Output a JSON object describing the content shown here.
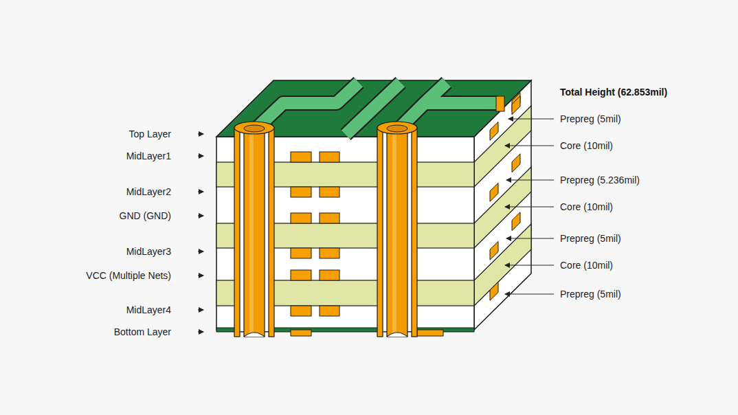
{
  "diagram": {
    "title": "Total Height (62.853mil)",
    "labels": [
      "Top Layer",
      "MidLayer1",
      "MidLayer2",
      "GND (GND)",
      "MidLayer3",
      "VCC (Multiple Nets)",
      "MidLayer4",
      "Bottom Layer",
      "Prepreg (5mil)",
      "Core (10mil)",
      "Prepreg (5.236mil)",
      "Core (10mil)",
      "Prepreg (5mil)",
      "Core (10mil)",
      "Prepreg (5mil)"
    ]
  }
}
